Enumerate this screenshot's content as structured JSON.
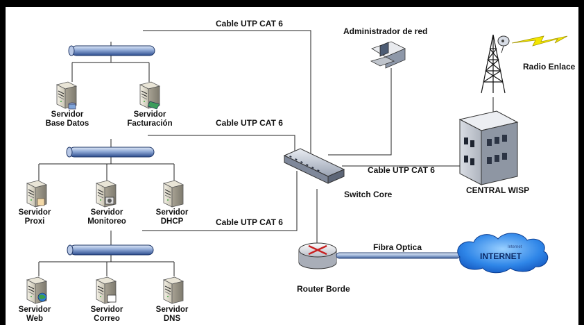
{
  "diagram": {
    "cables": {
      "top": "Cable UTP CAT 6",
      "middle": "Cable UTP CAT 6",
      "bottom": "Cable UTP CAT 6",
      "wisp": "Cable UTP CAT 6",
      "fiber": "Fibra Optica"
    },
    "nodes": {
      "admin": "Administrador de red",
      "radio": "Radio Enlace",
      "central": "CENTRAL WISP",
      "switch": "Switch Core",
      "router": "Router Borde",
      "internet": "INTERNET",
      "internet_small": "Internet"
    },
    "servers": {
      "base_datos": [
        "Servidor",
        "Base Datos"
      ],
      "facturacion": [
        "Servidor",
        "Facturación"
      ],
      "proxi": [
        "Servidor",
        "Proxi"
      ],
      "monitoreo": [
        "Servidor",
        "Monitoreo"
      ],
      "dhcp": [
        "Servidor",
        "DHCP"
      ],
      "web": [
        "Servidor",
        "Web"
      ],
      "correo": [
        "Servidor",
        "Correo"
      ],
      "dns": [
        "Servidor",
        "DNS"
      ]
    }
  }
}
